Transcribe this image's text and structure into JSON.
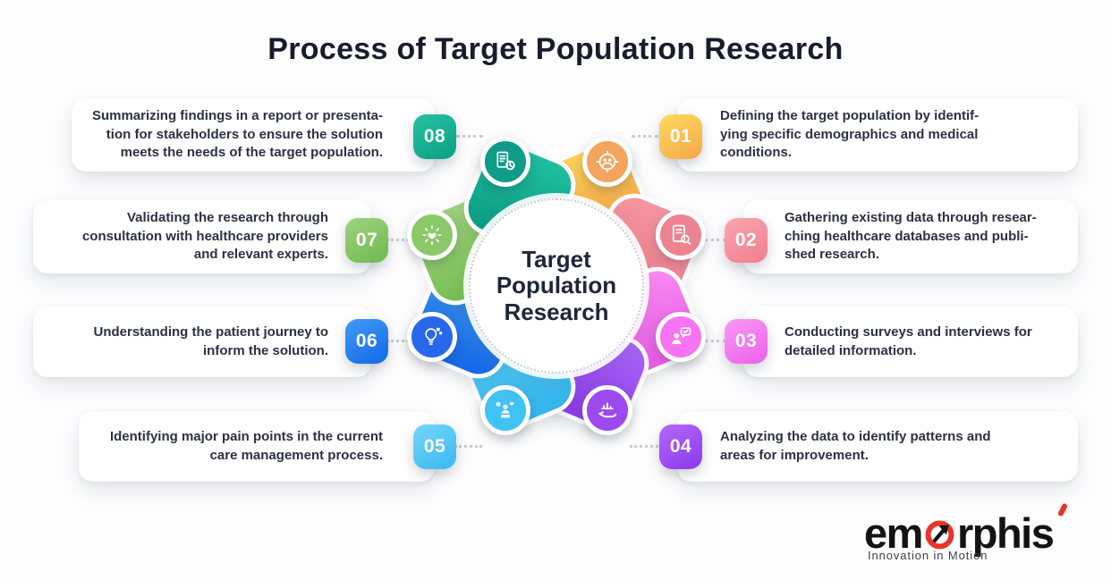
{
  "title": "Process of Target Population Research",
  "center_label": "Target\nPopulation\nResearch",
  "steps": [
    {
      "number": "01",
      "text": "Defining the target population by identif-\nying specific demographics and medical\nconditions.",
      "icon": "target-audience-icon",
      "badge_gradient": "linear-gradient(150deg,#FFDA5F,#F5A749)",
      "petal_gradient": "linear-gradient(180deg,#FDD155,#F1A14B)",
      "icon_bg": "#F3A45F"
    },
    {
      "number": "02",
      "text": "Gathering existing data through resear-\nching healthcare databases and publi-\nshed research.",
      "icon": "database-search-icon",
      "badge_gradient": "linear-gradient(150deg,#F9A7B1,#F17E8D)",
      "petal_gradient": "linear-gradient(180deg,#F4949F,#EE7D8C)",
      "icon_bg": "#ED8290"
    },
    {
      "number": "03",
      "text": "Conducting surveys and interviews for\ndetailed information.",
      "icon": "interview-chat-icon",
      "badge_gradient": "linear-gradient(150deg,#F99AF5,#EC5FE8)",
      "petal_gradient": "linear-gradient(180deg,#F98BF3,#E95BE6)",
      "icon_bg": "#F873F3"
    },
    {
      "number": "04",
      "text": "Analyzing the data to identify patterns and\nareas for improvement.",
      "icon": "data-analysis-icon",
      "badge_gradient": "linear-gradient(150deg,#B269F8,#8C38EE)",
      "petal_gradient": "linear-gradient(180deg,#A866F6,#8F3BEE)",
      "icon_bg": "#9D49F0"
    },
    {
      "number": "05",
      "text": "Identifying major pain points in the current\ncare management process.",
      "icon": "pain-points-icon",
      "badge_gradient": "linear-gradient(150deg,#75D7F9,#3AB7F0)",
      "petal_gradient": "linear-gradient(180deg,#57CFF7,#35B5EE)",
      "icon_bg": "#40C2F2"
    },
    {
      "number": "06",
      "text": "Understanding the patient journey to\ninform the solution.",
      "icon": "patient-journey-icon",
      "badge_gradient": "linear-gradient(150deg,#429BF5,#1168E9)",
      "petal_gradient": "linear-gradient(180deg,#3E9BF4,#1567E9)",
      "icon_bg": "#2767E9"
    },
    {
      "number": "07",
      "text": "Validating the research through\nconsultation with healthcare providers\nand relevant experts.",
      "icon": "validation-experts-icon",
      "badge_gradient": "linear-gradient(150deg,#9FD381,#6EB94D)",
      "petal_gradient": "linear-gradient(180deg,#9ED27F,#78BE52)",
      "icon_bg": "#8BC868"
    },
    {
      "number": "08",
      "text": "Summarizing findings in a report or presenta-\ntion for stakeholders to ensure the solution\nmeets the needs of the target population.",
      "icon": "report-summary-icon",
      "badge_gradient": "linear-gradient(150deg,#27C3A1,#0C9E85)",
      "petal_gradient": "linear-gradient(180deg,#1FBF9E,#0B9C84)",
      "icon_bg": "#0E9B87"
    }
  ],
  "logo": {
    "part_em": "em",
    "part_rphis": "rphis",
    "tagline": "Innovation in Motion",
    "brand_red": "#E8352B",
    "brand_black": "#131313"
  }
}
